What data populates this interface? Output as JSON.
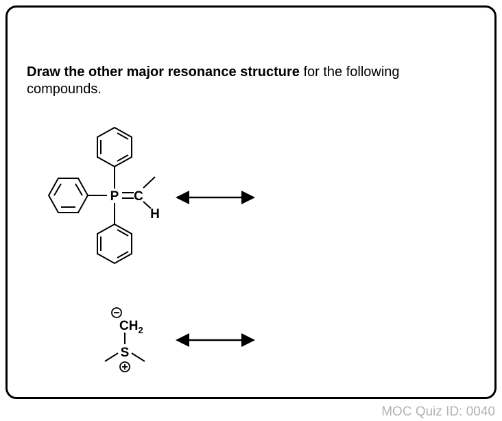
{
  "question": {
    "bold": "Draw the other major resonance structure",
    "rest": " for the following compounds."
  },
  "footer": "MOC Quiz ID: 0040",
  "molecule1": {
    "atom_p": "P",
    "atom_c": "C",
    "atom_h": "H"
  },
  "molecule2": {
    "atom_c": "CH",
    "subscript": "2",
    "atom_s": "S"
  }
}
